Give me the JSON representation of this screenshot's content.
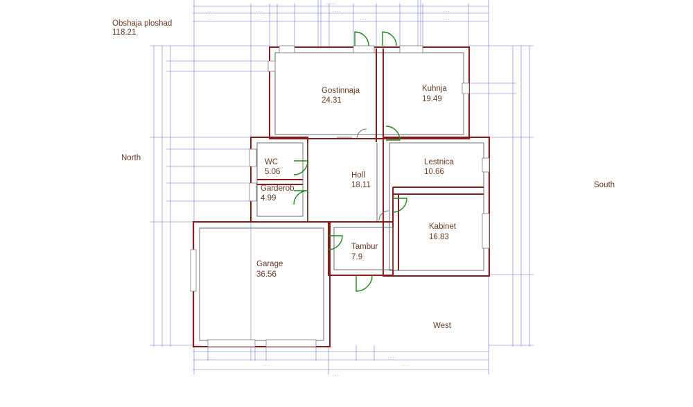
{
  "total_area": {
    "label": "Obshaja ploshad",
    "value": "118.21"
  },
  "orientation": {
    "north": "North",
    "south": "South",
    "west": "West"
  },
  "rooms": [
    {
      "id": "gostinnaja",
      "name": "Gostinnaja",
      "area": "24.31"
    },
    {
      "id": "kuhnja",
      "name": "Kuhnja",
      "area": "19.49"
    },
    {
      "id": "wc",
      "name": "WC",
      "area": "5.06"
    },
    {
      "id": "garderob",
      "name": "Garderob",
      "area": "4.99"
    },
    {
      "id": "holl",
      "name": "Holl",
      "area": "18.11"
    },
    {
      "id": "lestnica",
      "name": "Lestnica",
      "area": "10.66"
    },
    {
      "id": "kabinet",
      "name": "Kabinet",
      "area": "16.83"
    },
    {
      "id": "tambur",
      "name": "Tambur",
      "area": "7.9"
    },
    {
      "id": "garage",
      "name": "Garage",
      "area": "36.56"
    }
  ],
  "colors": {
    "wall": "#8b1a1a",
    "dimension": "#6f6fd8",
    "door": "#1a8a1a",
    "label": "#6b3a1f"
  }
}
